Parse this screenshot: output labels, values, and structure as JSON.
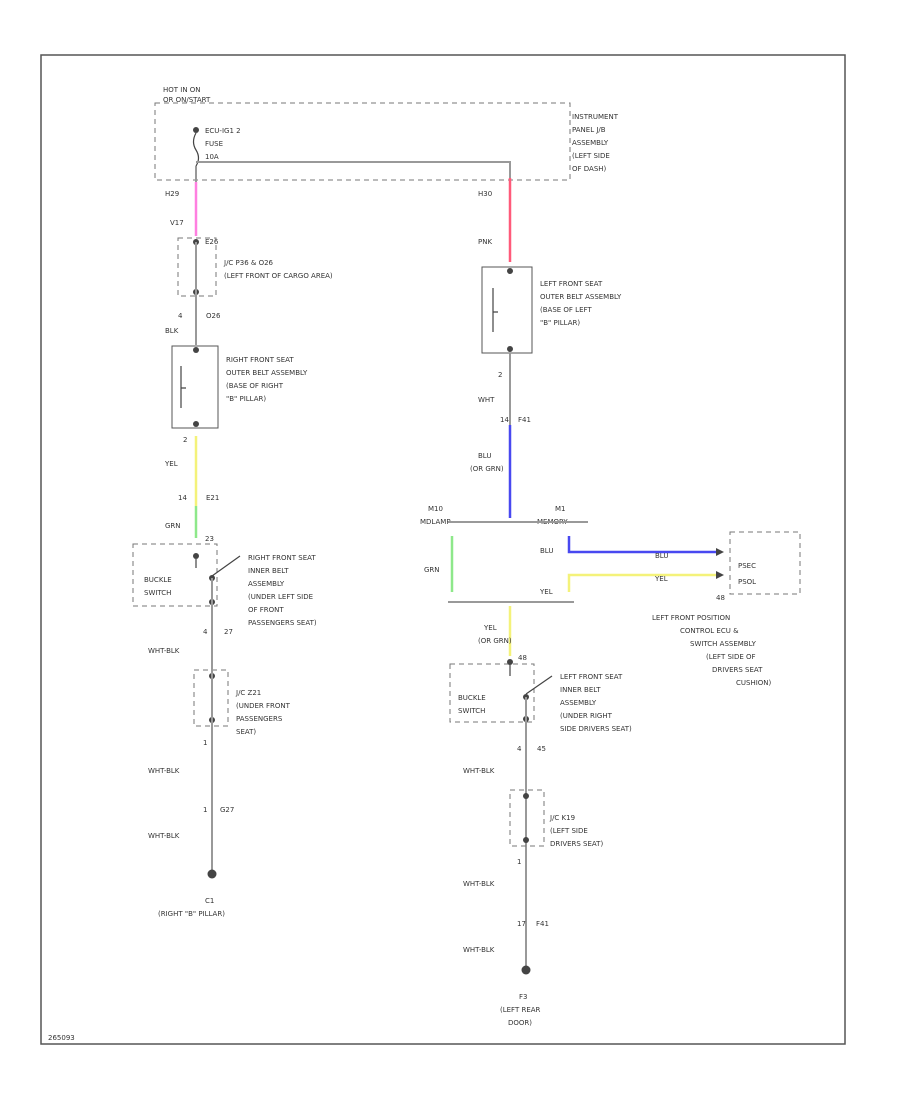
{
  "diagram": {
    "power": {
      "hot": "HOT IN ON",
      "hot2": "OR ON/START",
      "fuse_name": "ECU-IG1 2",
      "fuse": "FUSE",
      "fuse_amp": "10A"
    },
    "ij": {
      "l1": "INSTRUMENT",
      "l2": "PANEL J/B",
      "l3": "ASSEMBLY",
      "l4": "(LEFT SIDE",
      "l5": "OF DASH)"
    },
    "left": {
      "h_conn": "H29",
      "conn2": "V17",
      "jc_conn": "E26",
      "jc": {
        "l1": "J/C P36 & O26",
        "l2": "(LEFT FRONT OF CARGO AREA)"
      },
      "pin4": "4",
      "conn_o": "O26",
      "blk": "BLK",
      "outer": {
        "l1": "RIGHT FRONT SEAT",
        "l2": "OUTER BELT ASSEMBLY",
        "l3": "(BASE OF RIGHT",
        "l4": "\"B\" PILLAR)"
      },
      "pin2": "2",
      "yel": "YEL",
      "conn_e": "14",
      "conn_e2": "E21",
      "grn": "GRN",
      "pin_b": "23",
      "buckle": "BUCKLE",
      "switch": "SWITCH",
      "inner": {
        "l1": "RIGHT FRONT SEAT",
        "l2": "INNER BELT",
        "l3": "ASSEMBLY",
        "l4": "(UNDER LEFT SIDE",
        "l5": "OF FRONT",
        "l6": "PASSENGERS SEAT)"
      },
      "pin4b": "4",
      "pin27": "27",
      "wb1": "WHT-BLK",
      "jc2": {
        "l1": "J/C Z21",
        "l2": "(UNDER FRONT",
        "l3": "PASSENGERS",
        "l4": "SEAT)"
      },
      "pin1": "1",
      "wb2": "WHT-BLK",
      "pin1b": "1",
      "conn_g": "G27",
      "wb3": "WHT-BLK",
      "ground": "C1",
      "ground_loc": "(RIGHT \"B\" PILLAR)"
    },
    "right": {
      "h_conn": "H30",
      "pnk": "PNK",
      "outer": {
        "l1": "LEFT FRONT SEAT",
        "l2": "OUTER BELT ASSEMBLY",
        "l3": "(BASE OF LEFT",
        "l4": "\"B\" PILLAR)"
      },
      "pin2": "2",
      "wht": "WHT",
      "pin14": "14",
      "conn_f": "F41",
      "blu": "BLU",
      "blu2": "(OR GRN)",
      "pins_left": "M10",
      "sw_label": "MDLAMP",
      "pins_right": "M1",
      "mem": "MEMORY",
      "grn": "GRN",
      "blu3": "BLU",
      "yel": "YEL",
      "blu4": "BLU",
      "yel2": "YEL",
      "pin48": "48",
      "ecu_pins": {
        "a": "PSEC",
        "b": "PSOL"
      },
      "ecu": {
        "l1": "LEFT FRONT POSITION",
        "l2": "CONTROL ECU &",
        "l3": "SWITCH ASSEMBLY",
        "l4": "(LEFT SIDE OF",
        "l5": "DRIVERS SEAT",
        "l6": "CUSHION)"
      },
      "yel3": "YEL",
      "yel4": "(OR GRN)",
      "pin_b": "48",
      "buckle": "BUCKLE",
      "switch": "SWITCH",
      "inner": {
        "l1": "LEFT FRONT SEAT",
        "l2": "INNER BELT",
        "l3": "ASSEMBLY",
        "l4": "(UNDER RIGHT",
        "l5": "SIDE DRIVERS SEAT)"
      },
      "pin4": "4",
      "pin45": "45",
      "wb1": "WHT-BLK",
      "jc": {
        "l1": "J/C K19",
        "l2": "(LEFT SIDE",
        "l3": "DRIVERS SEAT)"
      },
      "pin1": "1",
      "wb2": "WHT-BLK",
      "pin17": "17",
      "conn_f41": "F41",
      "wb3": "WHT-BLK",
      "ground": "F3",
      "ground_loc1": "(LEFT REAR",
      "ground_loc2": "DOOR)"
    },
    "code": "265093"
  },
  "colors": {
    "pink": "#ff7fe0",
    "red": "#ff5a7a",
    "blue": "#4848f0",
    "yellow": "#f4f27a",
    "green": "#8ee88a",
    "gray": "#aaaaaa"
  }
}
